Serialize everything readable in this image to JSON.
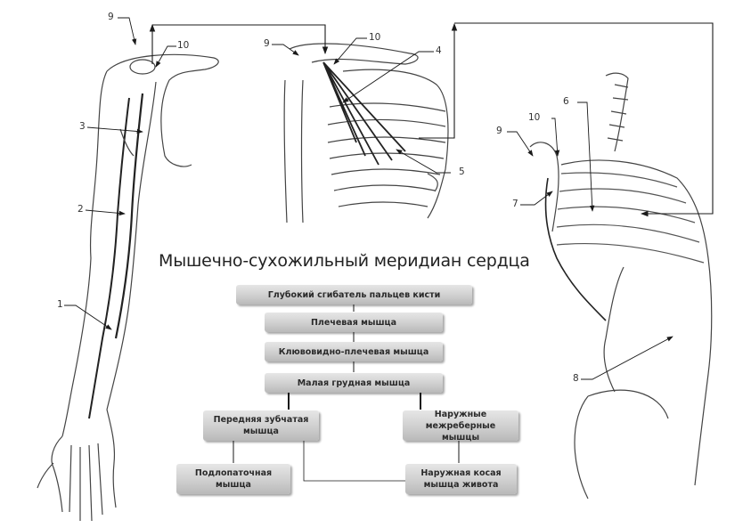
{
  "title": "Мышечно-сухожильный меридиан сердца",
  "colors": {
    "box_fill": "#cfcfcf",
    "line": "#1a1a1a",
    "text": "#2a2a2a"
  },
  "flowchart": {
    "nodes": [
      {
        "id": "n1",
        "label": "Глубокий сгибатель пальцев кисти"
      },
      {
        "id": "n2",
        "label": "Плечевая мышца"
      },
      {
        "id": "n3",
        "label": "Клювовидно-плечевая мышца"
      },
      {
        "id": "n4",
        "label": "Малая грудная мышца"
      },
      {
        "id": "n5",
        "label": "Передняя зубчатая мышца"
      },
      {
        "id": "n6",
        "label": "Наружные межреберные мышцы"
      },
      {
        "id": "n7",
        "label": "Подлопаточная мышца"
      },
      {
        "id": "n8",
        "label": "Наружная косая мышца живота"
      }
    ],
    "edges": [
      [
        "n1",
        "n2"
      ],
      [
        "n2",
        "n3"
      ],
      [
        "n3",
        "n4"
      ],
      [
        "n4",
        "n5"
      ],
      [
        "n4",
        "n6"
      ],
      [
        "n5",
        "n7"
      ],
      [
        "n5",
        "n8"
      ],
      [
        "n6",
        "n8"
      ]
    ]
  },
  "figures": {
    "arm": {
      "labels": [
        "9",
        "10",
        "3",
        "2",
        "1"
      ]
    },
    "chest_front": {
      "labels": [
        "9",
        "10",
        "4",
        "5"
      ]
    },
    "torso_side": {
      "labels": [
        "9",
        "10",
        "6",
        "7",
        "8"
      ]
    }
  }
}
